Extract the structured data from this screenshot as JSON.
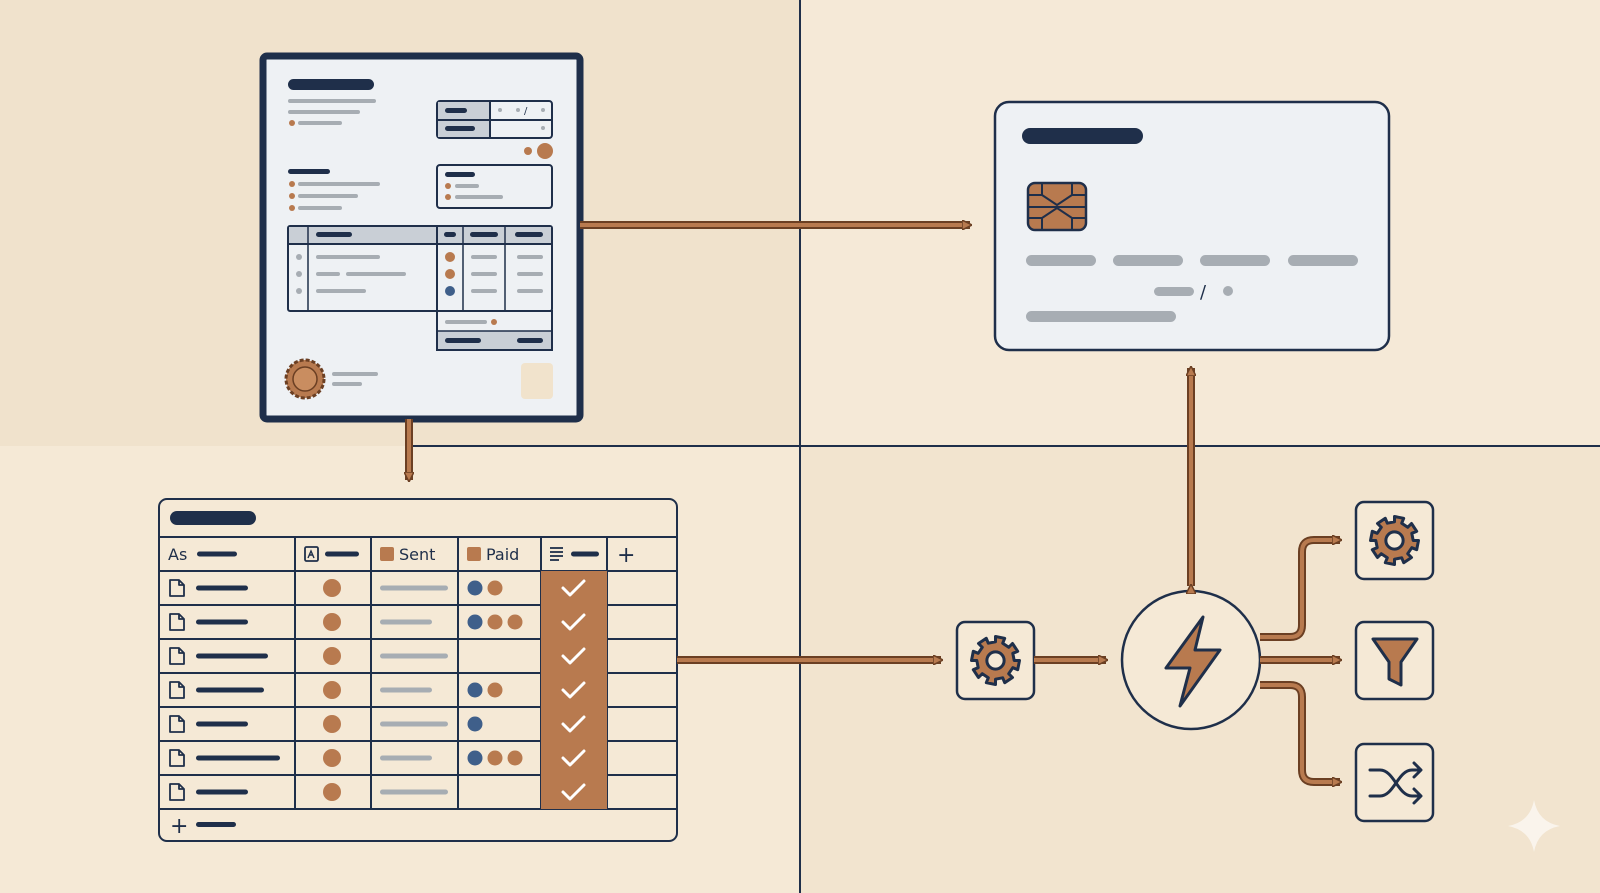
{
  "colors": {
    "navy": "#1f2f4a",
    "copper": "#b87a4f",
    "copper_dark": "#6b3f23",
    "paper": "#eef1f4",
    "gray": "#a7adb3",
    "cream": "#f3e6d2"
  },
  "table": {
    "columns": [
      {
        "label": "As",
        "icon": "text-field-icon"
      },
      {
        "label": "",
        "icon": "formula-icon"
      },
      {
        "label": "Sent",
        "icon": "copper-square-icon"
      },
      {
        "label": "Paid",
        "icon": "copper-square-icon"
      },
      {
        "label": "",
        "icon": "lines-icon"
      }
    ],
    "add_column_glyph": "+",
    "add_row_glyph": "+",
    "rows": [
      {
        "dots": [
          "navy",
          "copper"
        ],
        "checked": true
      },
      {
        "dots": [
          "navy",
          "copper",
          "copper"
        ],
        "checked": true
      },
      {
        "dots": [],
        "checked": true
      },
      {
        "dots": [
          "navy",
          "copper"
        ],
        "checked": true
      },
      {
        "dots": [
          "navy"
        ],
        "checked": true
      },
      {
        "dots": [
          "navy",
          "copper",
          "copper"
        ],
        "checked": true
      },
      {
        "dots": [],
        "checked": true
      }
    ]
  },
  "card": {
    "slash": "/"
  },
  "invoice": {
    "slash": "/"
  },
  "automation": {
    "hub_icon": "lightning-icon",
    "trigger_icon": "gear-icon",
    "outputs": [
      "gear-icon",
      "filter-icon",
      "shuffle-icon"
    ]
  }
}
